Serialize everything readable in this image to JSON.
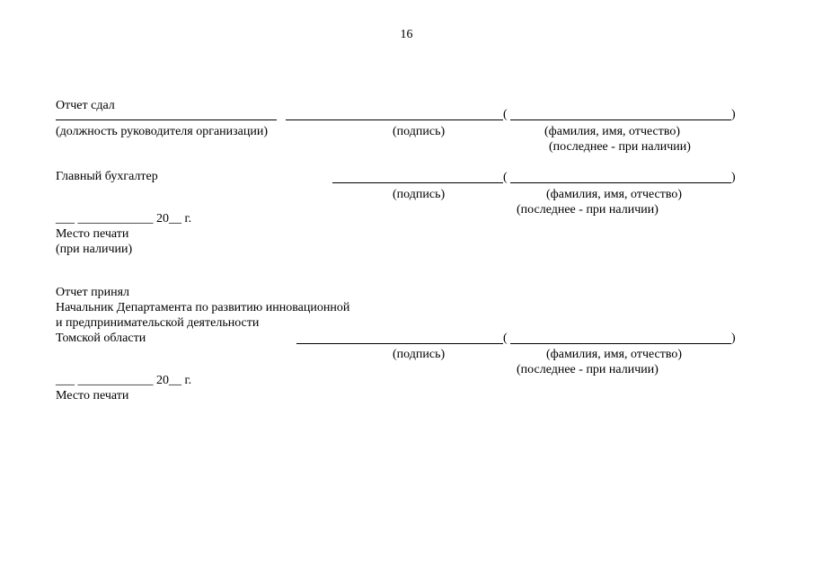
{
  "page": {
    "number": "16"
  },
  "symbols": {
    "open_paren": "(",
    "close_paren": ")"
  },
  "submitted": {
    "title": "Отчет сдал",
    "captions": {
      "position": "(должность руководителя организации)",
      "signature": "(подпись)",
      "name": "(фамилия, имя, отчество)",
      "name_note": "(последнее - при наличии)"
    }
  },
  "accountant": {
    "title": "Главный бухгалтер",
    "captions": {
      "signature": "(подпись)",
      "name": "(фамилия, имя, отчество)",
      "name_note": "(последнее - при наличии)"
    }
  },
  "date_block_1": {
    "date_line": "___ ____________ 20__ г.",
    "stamp": "Место печати",
    "stamp_note": "(при наличии)"
  },
  "accepted": {
    "title": "Отчет принял",
    "approver_line_1": "Начальник Департамента по развитию инновационной",
    "approver_line_2": "и предпринимательской деятельности",
    "approver_line_3": "Томской области",
    "captions": {
      "signature": "(подпись)",
      "name": "(фамилия, имя, отчество)",
      "name_note": "(последнее - при наличии)"
    }
  },
  "date_block_2": {
    "date_line": "___ ____________ 20__ г.",
    "stamp": "Место печати"
  }
}
